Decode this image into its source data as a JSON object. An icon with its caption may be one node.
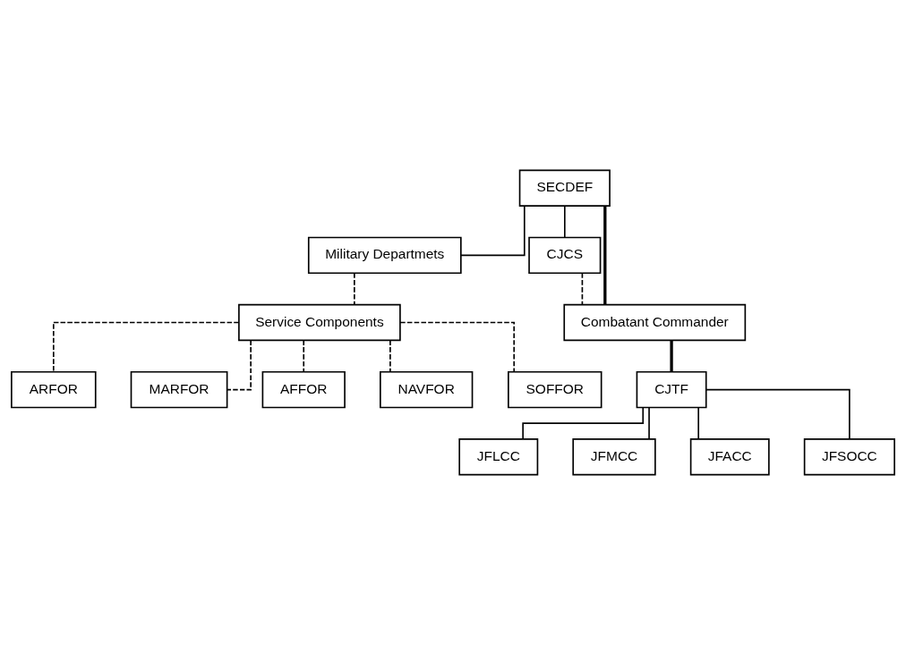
{
  "diagram": {
    "nodes": [
      {
        "text": [
          "SECDEF"
        ]
      },
      {
        "text": [
          "Military Departmets"
        ]
      },
      {
        "text": [
          "CJCS"
        ]
      },
      {
        "text": [
          "Service Components"
        ]
      },
      {
        "text": [
          "Combatant Commander"
        ]
      },
      {
        "text": [
          "CJTF"
        ]
      },
      {
        "text": [
          "JFLCC"
        ]
      },
      {
        "text": [
          "JFMCC"
        ]
      },
      {
        "text": [
          "JFACC"
        ]
      },
      {
        "text": [
          "JFSOCC"
        ]
      },
      {
        "text": [
          "ARFOR"
        ]
      },
      {
        "text": [
          "MARFOR"
        ]
      },
      {
        "text": [
          "AFFOR"
        ]
      },
      {
        "text": [
          "NAVFOR"
        ]
      },
      {
        "text": [
          "SOFFOR"
        ]
      }
    ],
    "edges": [
      {
        "from": 0,
        "to": 1,
        "arrow": "none"
      },
      {
        "from": 0,
        "to": 2,
        "arrow": "none"
      },
      {
        "from": 0,
        "to": 4,
        "arrow": "none",
        "style": "thick"
      },
      {
        "from": 1,
        "to": 3,
        "arrow": "none",
        "style": "dashed"
      },
      {
        "from": 2,
        "to": 4,
        "arrow": "none",
        "style": "dashed"
      },
      {
        "from": 4,
        "to": 5,
        "arrow": "none",
        "style": "thick"
      },
      {
        "from": 5,
        "to": 6,
        "arrow": "none"
      },
      {
        "from": 5,
        "to": 7,
        "arrow": "none"
      },
      {
        "from": 5,
        "to": 8,
        "arrow": "none"
      },
      {
        "from": 5,
        "to": 9,
        "arrow": "none"
      },
      {
        "from": 3,
        "to": 10,
        "arrow": "none",
        "style": "dashed"
      },
      {
        "from": 3,
        "to": 11,
        "arrow": "none",
        "style": "dashed"
      },
      {
        "from": 3,
        "to": 12,
        "arrow": "none",
        "style": "dashed"
      },
      {
        "from": 3,
        "to": 13,
        "arrow": "none",
        "style": "dashed"
      },
      {
        "from": 3,
        "to": 14,
        "arrow": "none",
        "style": "dashed"
      }
    ]
  }
}
